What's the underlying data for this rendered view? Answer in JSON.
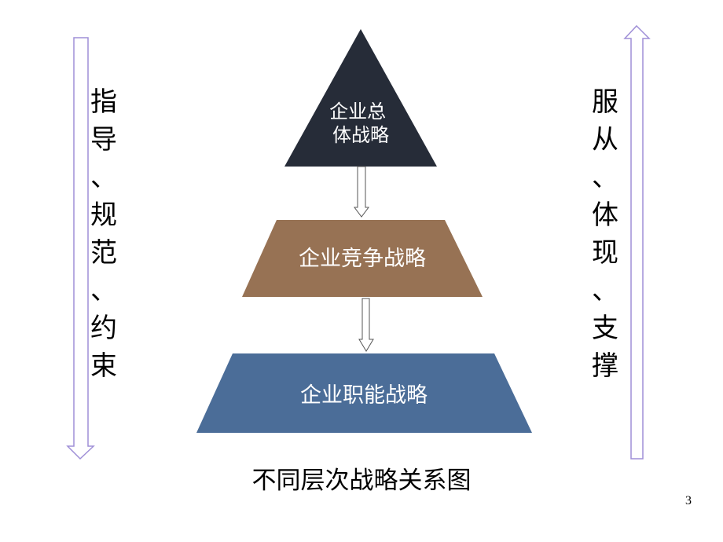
{
  "diagram": {
    "levels": [
      {
        "label_lines": [
          "企业总",
          "体战略"
        ],
        "color": "#262c38"
      },
      {
        "label_lines": [
          "企业竞争战略"
        ],
        "color": "#977254"
      },
      {
        "label_lines": [
          "企业职能战略"
        ],
        "color": "#4b6d98"
      }
    ],
    "left_text": "指\n导\n、\n规\n范\n、\n约\n束",
    "right_text": "服\n从\n、\n体\n现\n、\n支\n撑",
    "caption": "不同层次战略关系图",
    "arrow_color": "#9f8fd7"
  },
  "page_number": "3"
}
